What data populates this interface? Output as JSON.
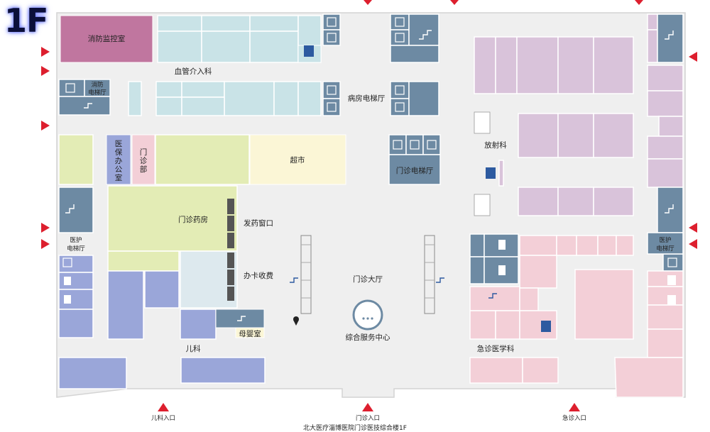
{
  "floor_label": "1F",
  "caption": "北大医疗淄博医院门诊医技综合楼1F",
  "areas": {
    "fire_control": "消防监控室",
    "vascular": "血管介入科",
    "fire_elevator_1": "消防",
    "fire_elevator_2": "电梯厅",
    "ward_elevator": "病房电梯厅",
    "insurance_office": [
      "医",
      "保",
      "办",
      "公",
      "室"
    ],
    "outpatient_dept": [
      "门",
      "诊",
      "部"
    ],
    "supermarket": "超市",
    "outpatient_elevator": "门诊电梯厅",
    "radiology": "放射科",
    "pharmacy": "门诊药房",
    "dispensing": "发药窗口",
    "card_payment": "办卡收费",
    "medical_elevator_1": "医护",
    "medical_elevator_2": "电梯厅",
    "medical_elevator_r1": "医护",
    "medical_elevator_r2": "电梯厅",
    "lobby": "门诊大厅",
    "service_center": "综合服务中心",
    "pediatrics": "儿科",
    "nursing_room": "母婴室",
    "emergency": "急诊医学科"
  },
  "entrances": {
    "pediatrics": "儿科入口",
    "outpatient": "门诊入口",
    "emergency": "急诊入口"
  },
  "colors": {
    "service": "#c0769f",
    "vascular": "#c9e3e7",
    "elevator": "#6d8aa3",
    "green": "#e3ecb5",
    "supermarket": "#fbf6d6",
    "pink": "#f3cfd7",
    "lavender": "#d9c3da",
    "blue": "#9aa6d9",
    "corridor": "#f0f0f0",
    "arrow": "#dd1f2e"
  }
}
